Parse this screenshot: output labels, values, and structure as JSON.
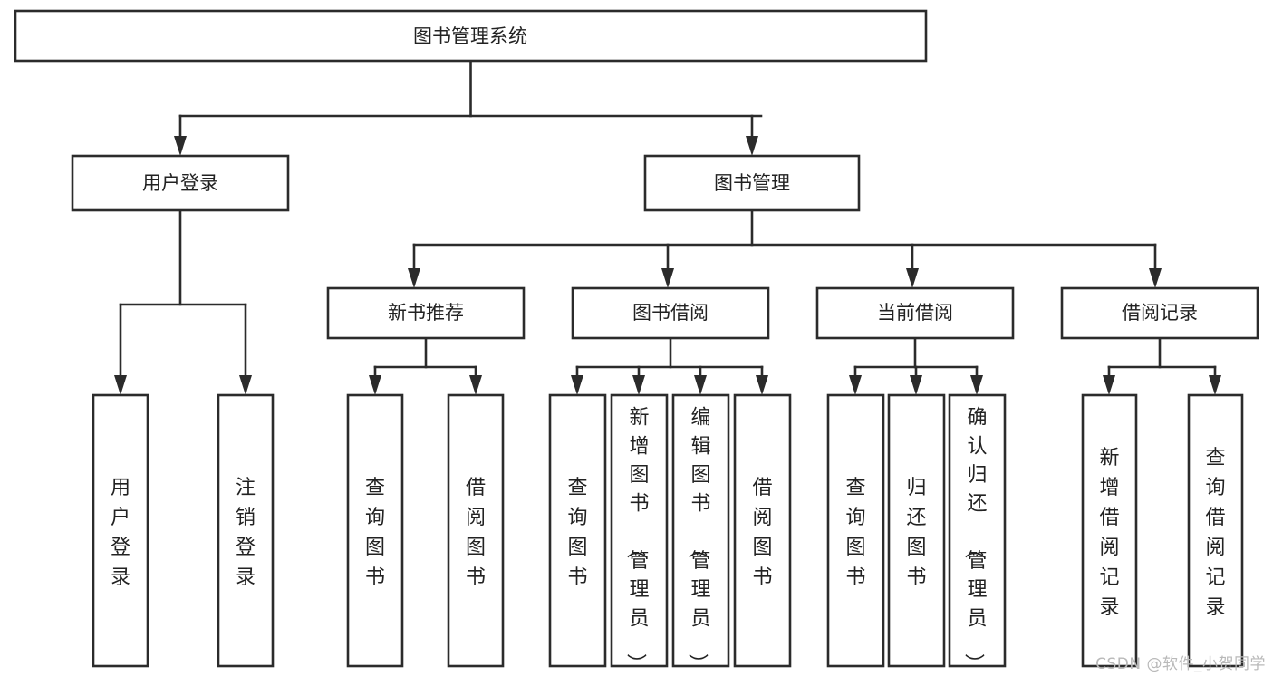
{
  "diagram": {
    "title": "图书管理系统",
    "type": "tree",
    "watermark": "CSDN @软件_小贺同学",
    "colors": {
      "background": "#ffffff",
      "box_fill": "#ffffff",
      "box_stroke": "#2b2b2b",
      "text": "#222222",
      "watermark": "#b9b9b9"
    },
    "root": {
      "label": "图书管理系统"
    },
    "level2": [
      {
        "label": "用户登录"
      },
      {
        "label": "图书管理"
      }
    ],
    "level3": [
      {
        "label": "新书推荐"
      },
      {
        "label": "图书借阅"
      },
      {
        "label": "当前借阅"
      },
      {
        "label": "借阅记录"
      }
    ],
    "leaves": {
      "user_login": [
        {
          "label": "用户登录"
        },
        {
          "label": "注销登录"
        }
      ],
      "new_book_recommend": [
        {
          "label": "查询图书"
        },
        {
          "label": "借阅图书"
        }
      ],
      "book_borrow": [
        {
          "label": "查询图书"
        },
        {
          "label": "新增图书（管理员）"
        },
        {
          "label": "编辑图书（管理员）"
        },
        {
          "label": "借阅图书"
        }
      ],
      "current_borrow": [
        {
          "label": "查询图书"
        },
        {
          "label": "归还图书"
        },
        {
          "label": "确认归还（管理员）"
        }
      ],
      "borrow_record": [
        {
          "label": "新增借阅记录"
        },
        {
          "label": "查询借阅记录"
        }
      ]
    }
  }
}
